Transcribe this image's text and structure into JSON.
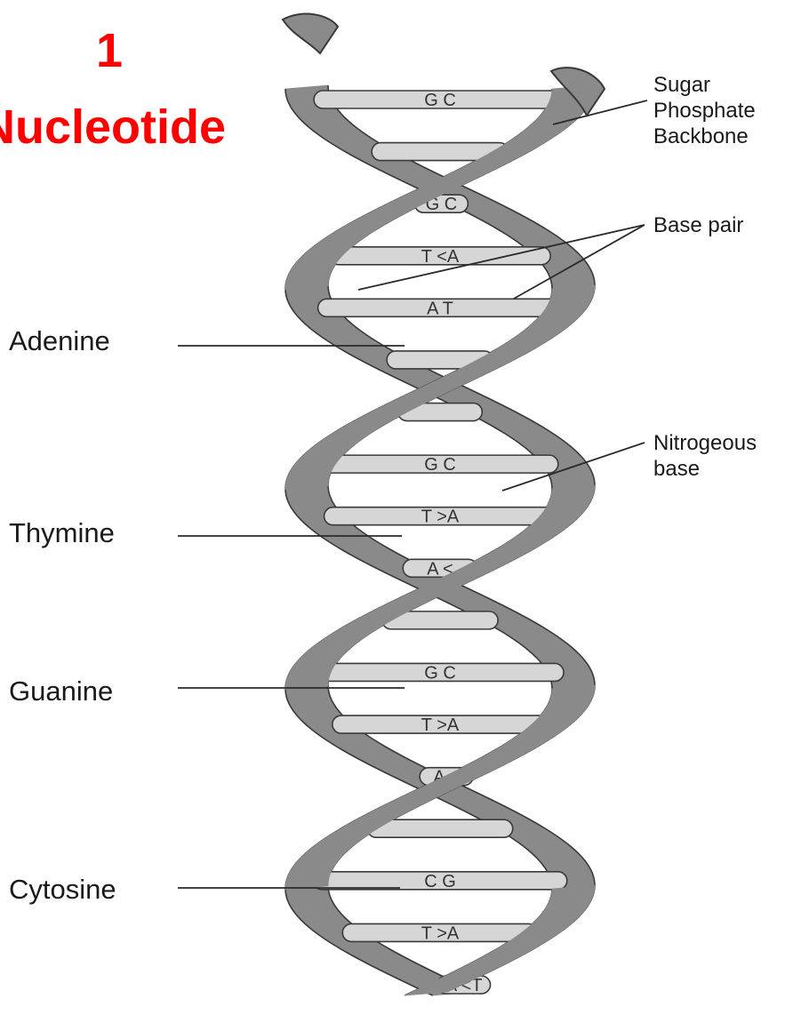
{
  "title": {
    "line1": "1",
    "line2": "Nucleotide"
  },
  "labels": {
    "left": [
      "Adenine",
      "Thymine",
      "Guanine",
      "Cytosine"
    ],
    "right": {
      "backbone": [
        "Sugar",
        "Phosphate",
        "Backbone"
      ],
      "base_pair": "Base pair",
      "nitrogenous_base": [
        "Nitrogeous",
        "base"
      ]
    }
  },
  "rungs": [
    {
      "text": "G  C",
      "visible": true
    },
    {
      "text": "",
      "visible": false
    },
    {
      "text": "G  C",
      "visible": true
    },
    {
      "text": "T <A",
      "visible": true
    },
    {
      "text": "A  T",
      "visible": true
    },
    {
      "text": "",
      "visible": false
    },
    {
      "text": "",
      "visible": false
    },
    {
      "text": "G  C",
      "visible": true
    },
    {
      "text": "T >A",
      "visible": true
    },
    {
      "text": "A <",
      "visible": true
    },
    {
      "text": "",
      "visible": false
    },
    {
      "text": "G  C",
      "visible": true
    },
    {
      "text": "T >A",
      "visible": true
    },
    {
      "text": "A <",
      "visible": true
    },
    {
      "text": "",
      "visible": false
    },
    {
      "text": "C  G",
      "visible": true
    },
    {
      "text": "T >A",
      "visible": true
    },
    {
      "text": "A <T",
      "visible": true
    }
  ],
  "colors": {
    "title": "#ff0000",
    "strand": "#8a8a8a",
    "strand_edge": "#3a3a3a",
    "rung": "#d6d6d6",
    "text": "#1a1a1a"
  }
}
